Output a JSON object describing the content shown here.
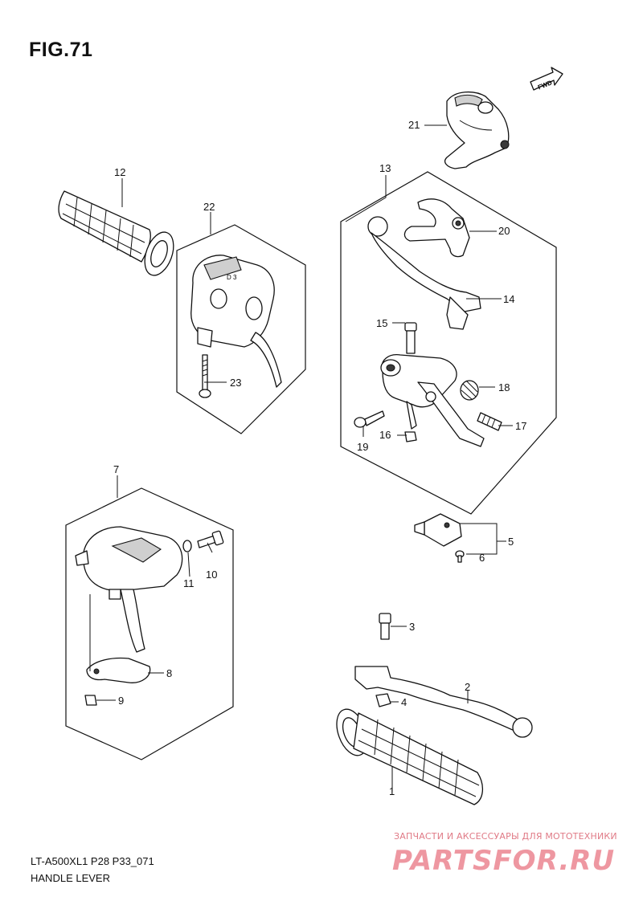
{
  "figure": {
    "title": "FIG.71"
  },
  "footer": {
    "model": "LT-A500XL1 P28 P33_071",
    "section": "HANDLE LEVER"
  },
  "fwd_badge": "FWD",
  "watermark": {
    "tagline": "ЗАПЧАСТИ И АКСЕССУАРЫ ДЛЯ МОТОТЕХНИКИ",
    "brand": "PARTSFOR.RU"
  },
  "callouts": {
    "p1": "1",
    "p2": "2",
    "p3": "3",
    "p4": "4",
    "p5": "5",
    "p6": "6",
    "p7": "7",
    "p8": "8",
    "p9": "9",
    "p10": "10",
    "p11": "11",
    "p12": "12",
    "p13": "13",
    "p14": "14",
    "p15": "15",
    "p16": "16",
    "p17": "17",
    "p18": "18",
    "p19": "19",
    "p20": "20",
    "p21": "21",
    "p22": "22",
    "p23": "23"
  },
  "colors": {
    "line": "#111111",
    "shade": "#cfcfcf",
    "watermark": "#ee97a1"
  }
}
